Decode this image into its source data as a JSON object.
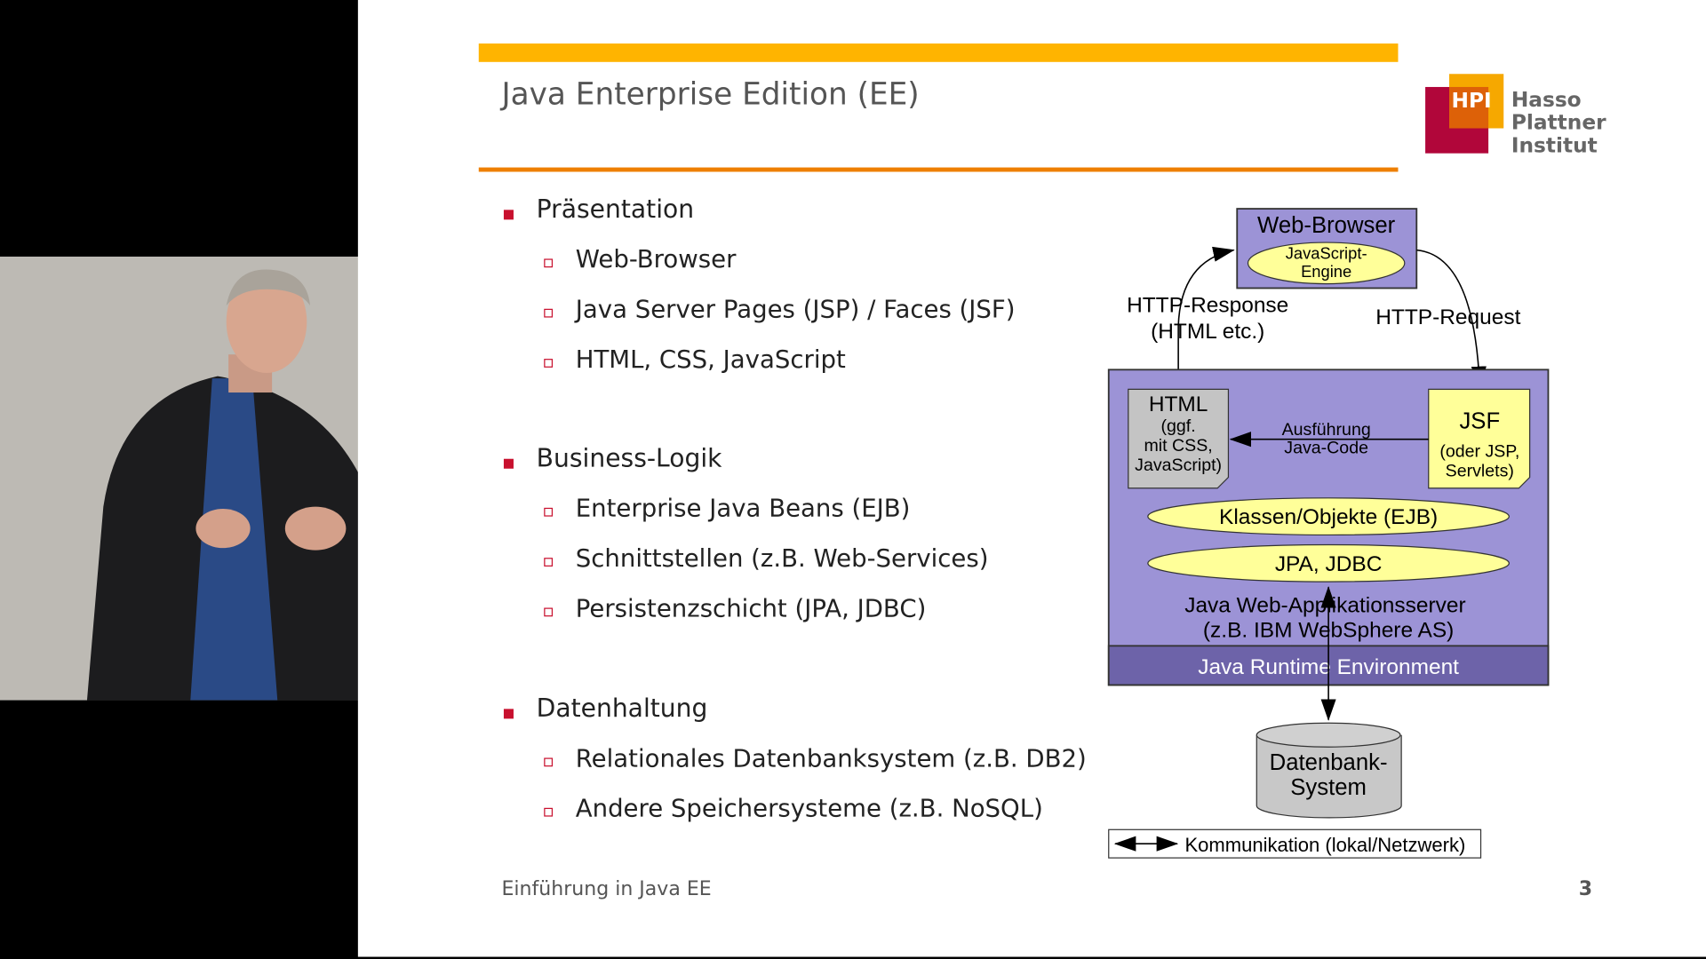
{
  "slide": {
    "title": "Java Enterprise Edition (EE)",
    "colors": {
      "top_bar": "#ffb400",
      "rule": "#ee7f00",
      "bullet": "#c8102e"
    },
    "logo": {
      "badge": "HPI",
      "line1": "Hasso",
      "line2": "Plattner",
      "line3": "Institut"
    },
    "sections": [
      {
        "label": "Präsentation",
        "items": [
          "Web-Browser",
          "Java Server Pages (JSP) / Faces (JSF)",
          "HTML, CSS, JavaScript"
        ]
      },
      {
        "label": "Business-Logik",
        "items": [
          "Enterprise Java Beans (EJB)",
          "Schnittstellen (z.B. Web-Services)",
          "Persistenzschicht (JPA, JDBC)"
        ]
      },
      {
        "label": "Datenhaltung",
        "items": [
          "Relationales Datenbanksystem (z.B. DB2)",
          "Andere Speichersysteme (z.B. NoSQL)"
        ]
      }
    ],
    "footer": "Einführung in Java EE",
    "page_number": "3"
  },
  "diagram": {
    "web_browser": "Web-Browser",
    "js_engine_1": "JavaScript-",
    "js_engine_2": "Engine",
    "http_response_1": "HTTP-Response",
    "http_response_2": "(HTML etc.)",
    "http_request": "HTTP-Request",
    "html_title": "HTML",
    "html_l1": "(ggf.",
    "html_l2": "mit CSS,",
    "html_l3": "JavaScript)",
    "exec_1": "Ausführung",
    "exec_2": "Java-Code",
    "jsf_title": "JSF",
    "jsf_l1": "(oder JSP,",
    "jsf_l2": "Servlets)",
    "classes": "Klassen/Objekte (EJB)",
    "jpa": "JPA, JDBC",
    "server_1": "Java Web-Applikationsserver",
    "server_2": "(z.B. IBM WebSphere AS)",
    "jre": "Java Runtime Environment",
    "db_1": "Datenbank-",
    "db_2": "System",
    "legend": "Kommunikation (lokal/Netzwerk)",
    "colors": {
      "container": "#9c93d6",
      "jre": "#6d63a9",
      "ellipse": "#ffff99",
      "doc": "#c4c4c4",
      "db": "#c8c8c8"
    }
  }
}
